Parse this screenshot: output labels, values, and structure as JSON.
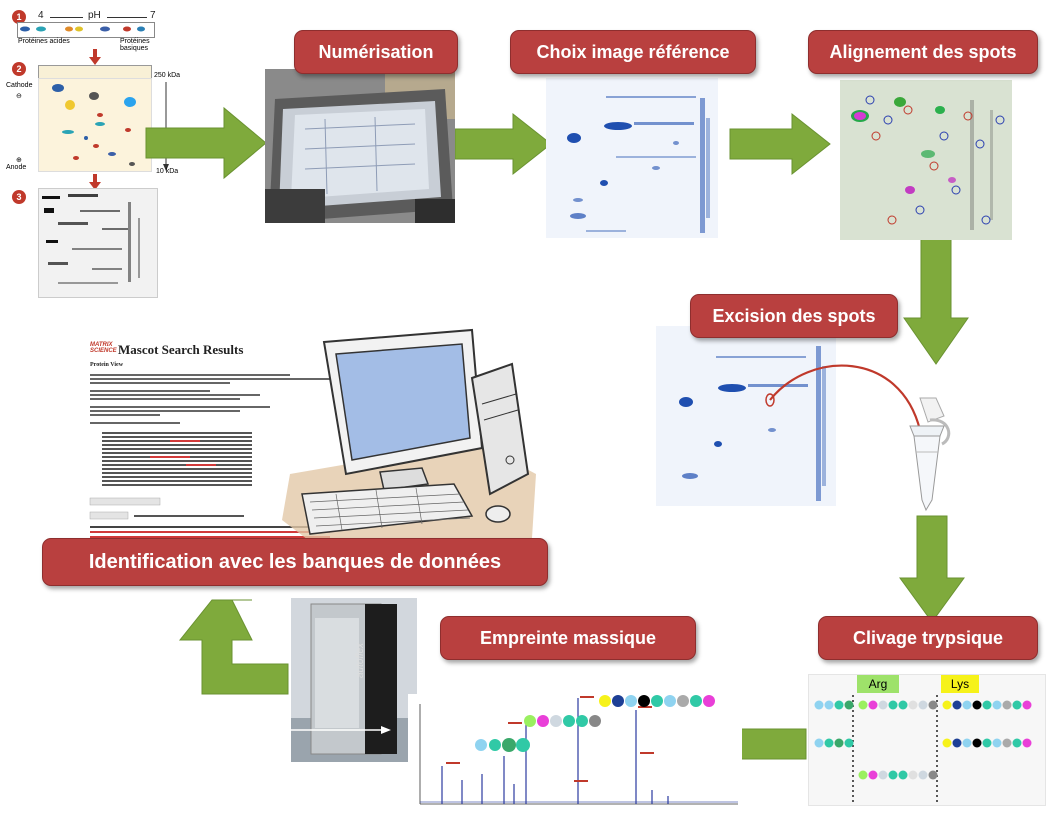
{
  "steps": {
    "numerisation": "Numérisation",
    "choix_reference": "Choix image référence",
    "alignement": "Alignement des spots",
    "excision": "Excision des spots",
    "clivage": "Clivage trypsique",
    "empreinte": "Empreinte massique",
    "identification": "Identification avec les banques de données"
  },
  "panel1": {
    "markers": [
      "1",
      "2",
      "3"
    ],
    "ph_low": "4",
    "ph_label": "pH",
    "ph_high": "7",
    "acid_label": "Protéines acides",
    "basic_label": "Protéines basiques",
    "kda_high": "250 kDa",
    "kda_low": "10 kDa",
    "cathode": "Cathode",
    "anode": "Anode"
  },
  "cleavage": {
    "arg": "Arg",
    "lys": "Lys"
  },
  "instrument_brand": "autoflex",
  "mascot": {
    "logo": "MATRIX SCIENCE",
    "title": "Mascot Search Results",
    "protein_view": "Protein View"
  },
  "colors": {
    "label_red": "#b9403f",
    "arrow_green": "#7faa3c",
    "arrow_red": "#c0392b",
    "label_arg": "#9ee26a",
    "label_lys": "#f6f21a"
  }
}
